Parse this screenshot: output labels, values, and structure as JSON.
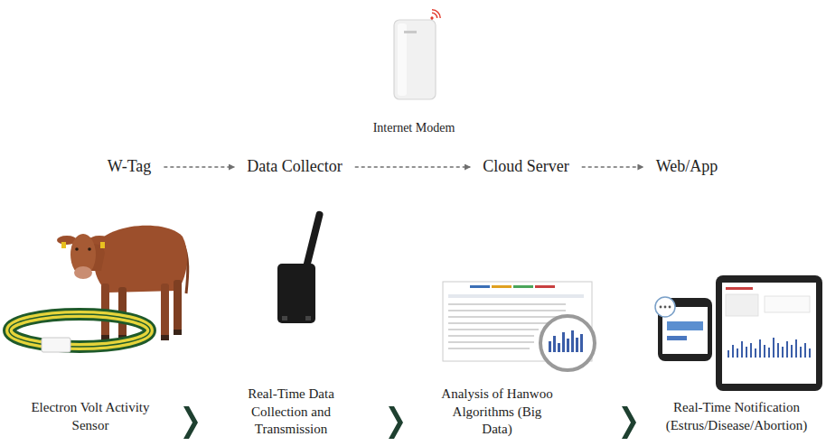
{
  "diagram": {
    "nodes": [
      {
        "text": [
          "W-Tag"
        ]
      },
      {
        "text": [
          "Data Collector"
        ]
      },
      {
        "text": [
          "Cloud Server"
        ]
      },
      {
        "text": [
          "Web/App"
        ]
      }
    ],
    "edges": [
      {
        "from": 0,
        "to": 1,
        "arrow": "to"
      },
      {
        "from": 1,
        "to": 2,
        "arrow": "to"
      },
      {
        "from": 2,
        "to": 3,
        "arrow": "to"
      }
    ],
    "labels": [
      "Internet Modem",
      "Electron Volt Activity Sensor",
      "Real-Time Data Collection and Transmission",
      "Analysis of Hanwoo Algorithms (Big Data)",
      "Real-Time Notification (Estrus/Disease/Abortion)"
    ]
  }
}
